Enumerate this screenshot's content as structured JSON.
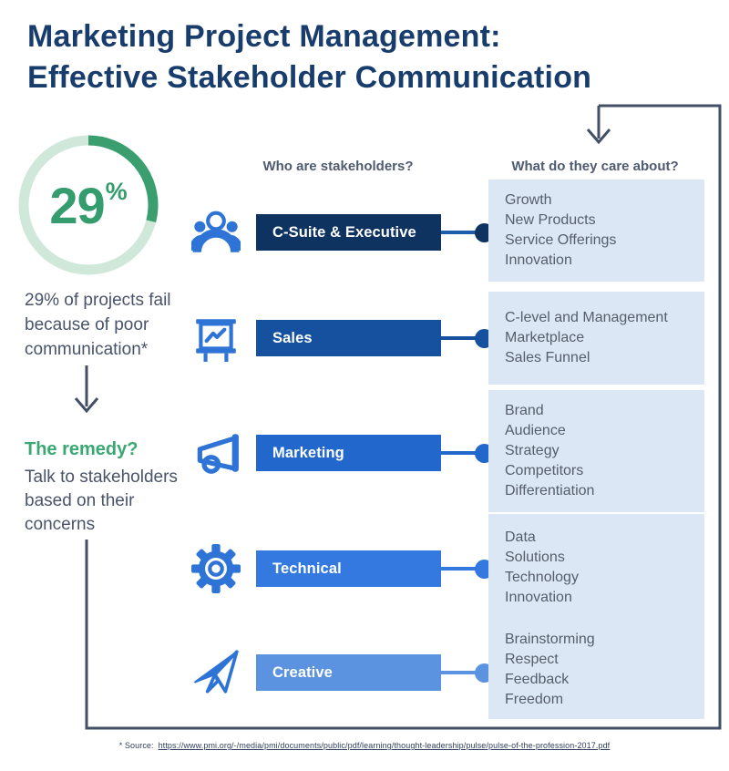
{
  "title": {
    "line1": "Marketing Project Management:",
    "line2": "Effective Stakeholder Communication"
  },
  "stat": {
    "percent_value": 29,
    "percent_number": "29",
    "percent_sign": "%",
    "caption_line1": "29% of projects fail",
    "caption_line2": "because of poor",
    "caption_line3": "communication*",
    "donut_track_color": "#cfe8da",
    "donut_arc_color": "#3a9e6f"
  },
  "remedy": {
    "heading": "The remedy?",
    "line1": "Talk to stakeholders",
    "line2": "based on their",
    "line3": "concerns"
  },
  "columns": {
    "who": "Who are stakeholders?",
    "what": "What do they care about?"
  },
  "rows": [
    {
      "label": "C-Suite & Executive",
      "icon": "people-group-icon",
      "bar_color": "#0e3361",
      "connector_color": "#1d5cab",
      "cares": [
        "Growth",
        "New Products",
        "Service Offerings",
        "Innovation"
      ]
    },
    {
      "label": "Sales",
      "icon": "presentation-chart-icon",
      "bar_color": "#15519f",
      "connector_color": "#15519f",
      "cares": [
        "C-level and Management",
        "Marketplace",
        "Sales Funnel"
      ]
    },
    {
      "label": "Marketing",
      "icon": "megaphone-icon",
      "bar_color": "#2267cb",
      "connector_color": "#2267cb",
      "cares": [
        "Brand",
        "Audience",
        "Strategy",
        "Competitors",
        "Differentiation"
      ]
    },
    {
      "label": "Technical",
      "icon": "gear-icon",
      "bar_color": "#3379df",
      "connector_color": "#3379df",
      "cares": [
        "Data",
        "Solutions",
        "Technology",
        "Innovation"
      ]
    },
    {
      "label": "Creative",
      "icon": "paper-plane-icon",
      "bar_color": "#5b93e0",
      "connector_color": "#5b93e0",
      "cares": [
        "Brainstorming",
        "Respect",
        "Feedback",
        "Freedom"
      ]
    }
  ],
  "footer": {
    "prefix": "* Source:",
    "url": "https://www.pmi.org/-/media/pmi/documents/public/pdf/learning/thought-leadership/pulse/pulse-of-the-profession-2017.pdf"
  },
  "accent_colors": {
    "navy": "#183d6d",
    "slate": "#49536a",
    "green": "#3aa873",
    "icon_blue": "#2e74d6",
    "care_box_bg": "#dce7f5"
  }
}
